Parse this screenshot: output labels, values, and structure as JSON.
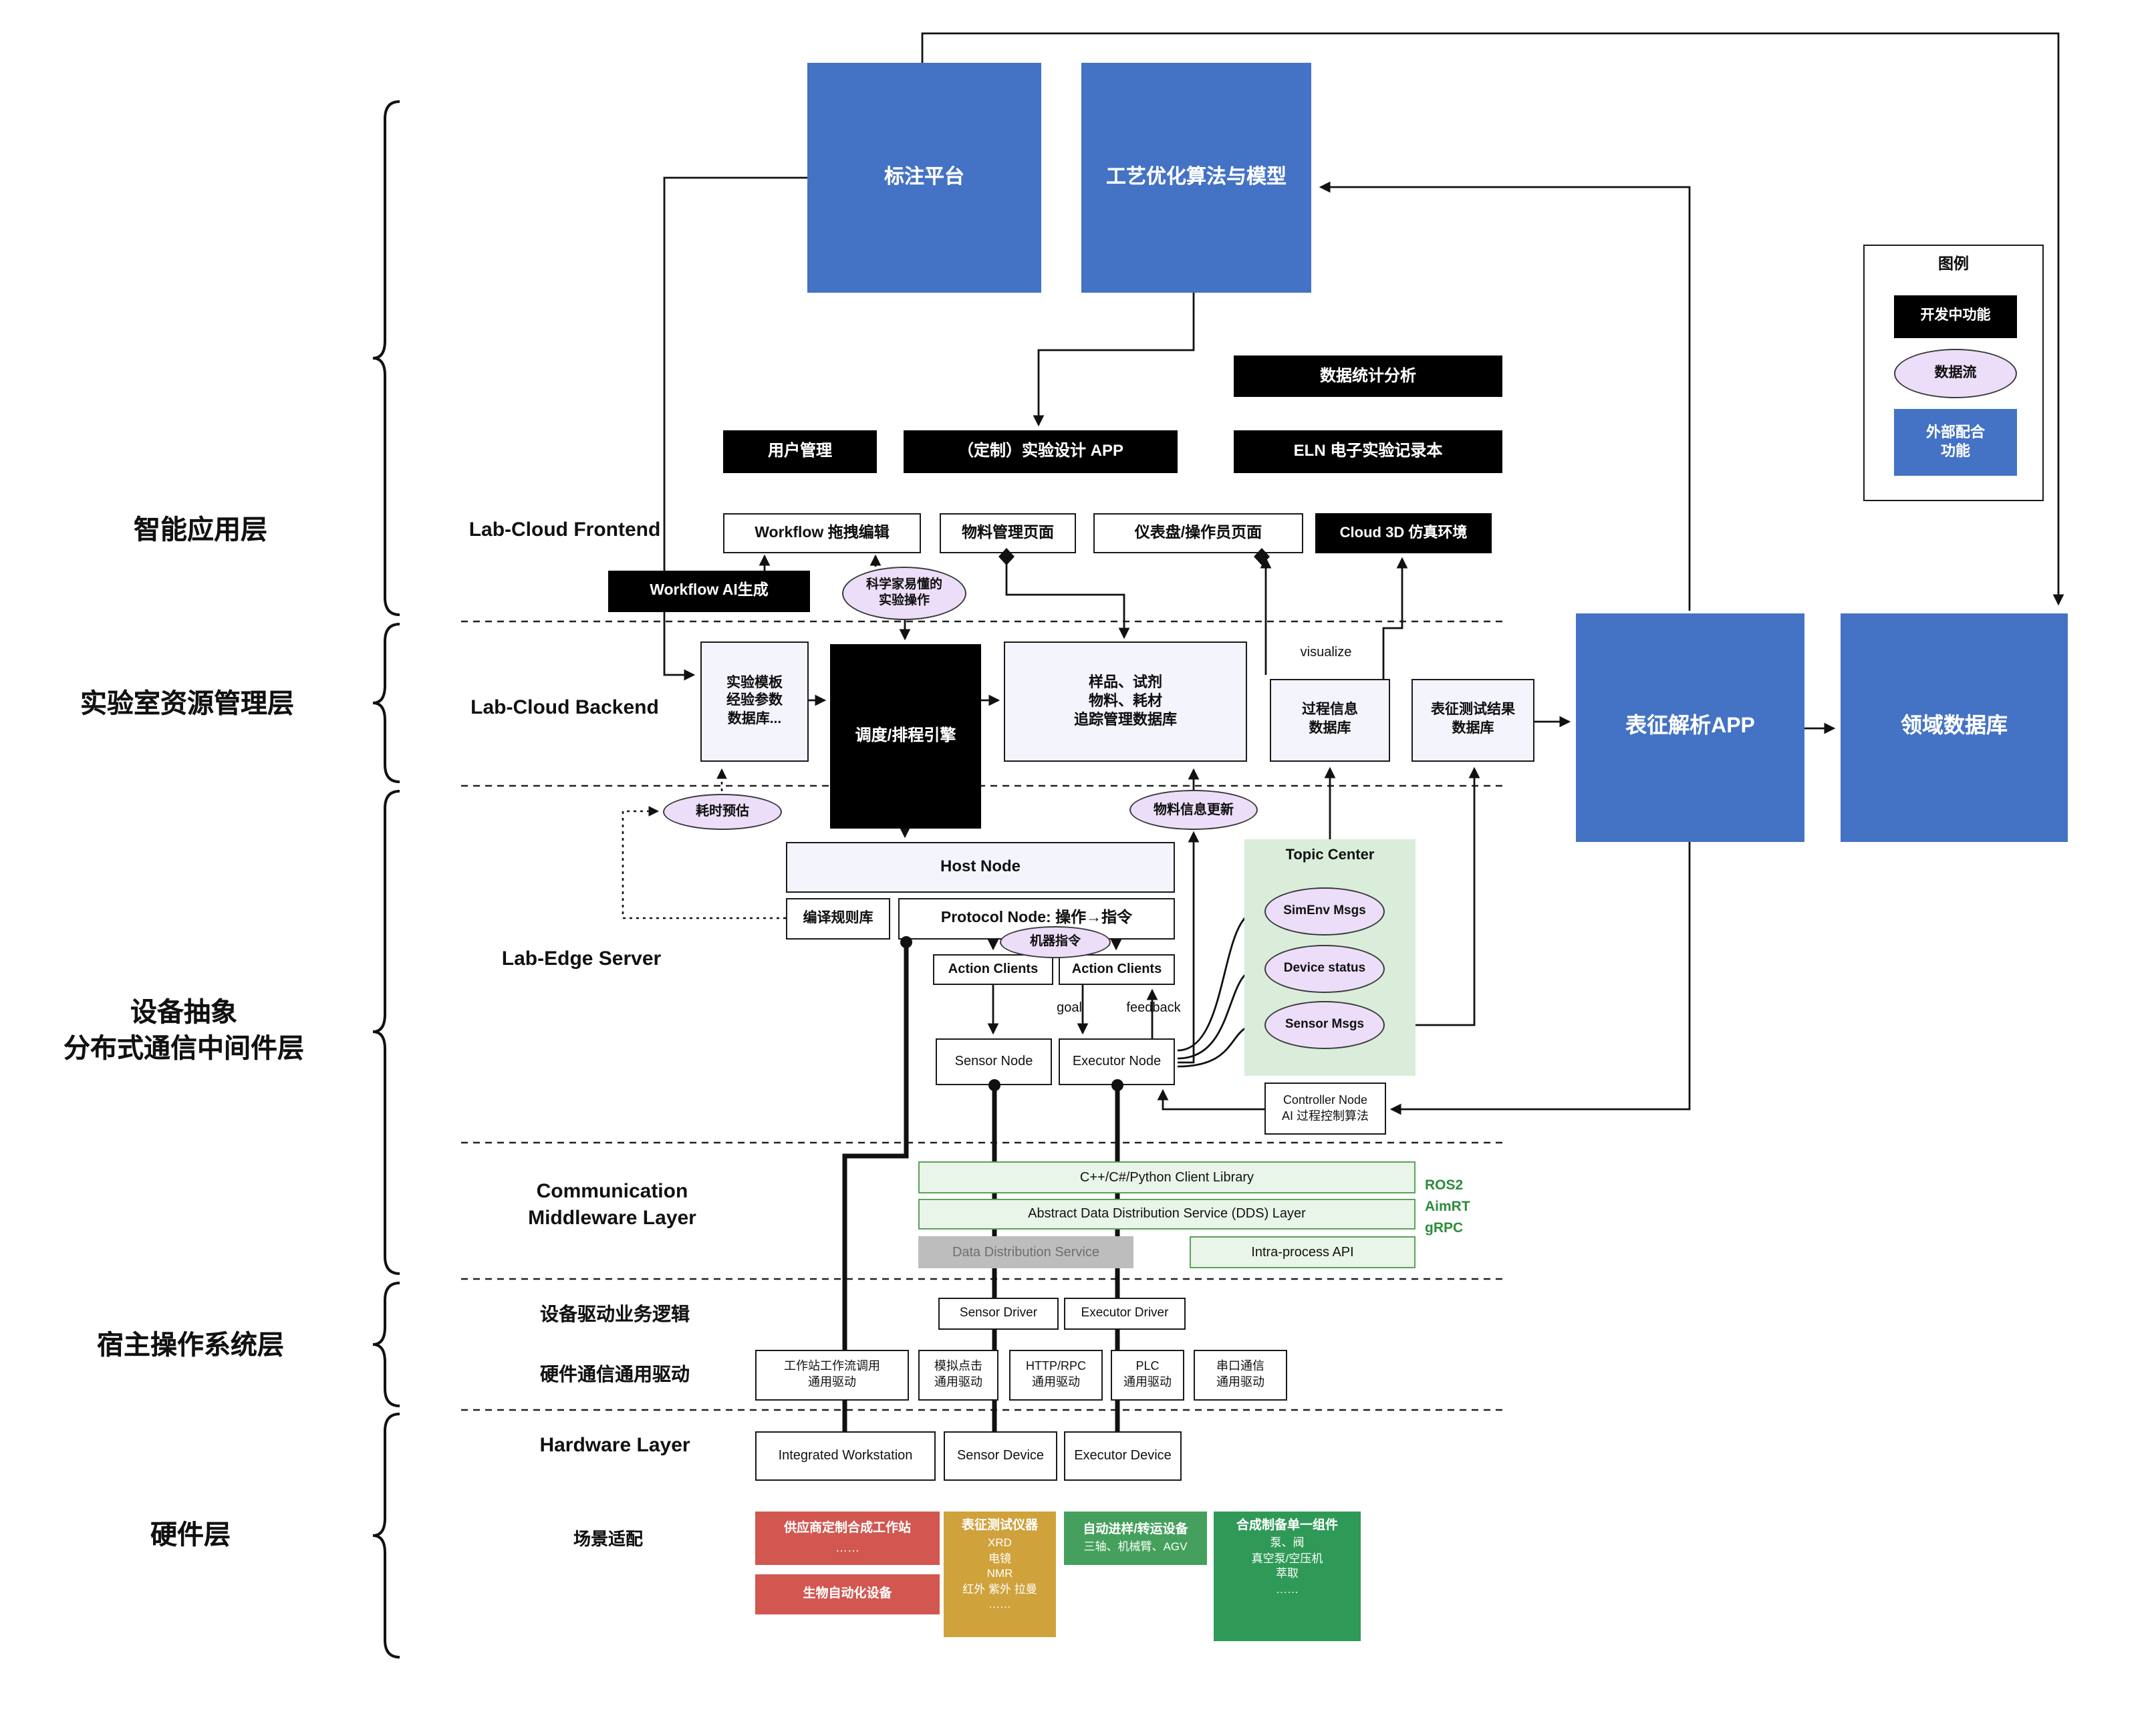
{
  "layers": {
    "app": "智能应用层",
    "resource": "实验室资源管理层",
    "device": "设备抽象\n分布式通信中间件层",
    "host_os": "宿主操作系统层",
    "hardware": "硬件层"
  },
  "sections": {
    "frontend": "Lab-Cloud Frontend",
    "backend": "Lab-Cloud Backend",
    "edge": "Lab-Edge Server",
    "middleware": "Communication\nMiddleware Layer",
    "driver_logic": "设备驱动业务逻辑",
    "hw_driver": "硬件通信通用驱动",
    "hardware": "Hardware Layer",
    "scene": "场景适配"
  },
  "legend": {
    "title": "图例",
    "dev": "开发中功能",
    "flow": "数据流",
    "external": "外部配合\n功能"
  },
  "top": {
    "annotation": "标注平台",
    "process_opt": "工艺优化算法与模型"
  },
  "app": {
    "stats": "数据统计分析",
    "user": "用户管理",
    "design_app": "（定制）实验设计 APP",
    "eln": "ELN 电子实验记录本",
    "wf_edit": "Workflow 拖拽编辑",
    "material_page": "物料管理页面",
    "dashboard": "仪表盘/操作员页面",
    "cloud3d": "Cloud 3D 仿真环境",
    "wf_ai": "Workflow AI生成",
    "sci_ops": "科学家易懂的\n实验操作"
  },
  "backend": {
    "template_db": "实验模板\n经验参数\n数据库...",
    "scheduler": "调度/排程引擎",
    "material_db": "样品、试剂\n物料、耗材\n追踪管理数据库",
    "process_db": "过程信息\n数据库",
    "char_db": "表征测试结果\n数据库",
    "char_app": "表征解析APP",
    "domain_db": "领域数据库",
    "visualize": "visualize",
    "time_est": "耗时预估",
    "material_update": "物料信息更新"
  },
  "edge": {
    "host": "Host Node",
    "rules": "编译规则库",
    "protocol": "Protocol Node: 操作→指令",
    "cmd": "机器指令",
    "ac1": "Action Clients",
    "ac2": "Action Clients",
    "goal": "goal",
    "feedback": "feedback",
    "sensor": "Sensor Node",
    "executor": "Executor Node",
    "topic": "Topic Center",
    "simenv": "SimEnv Msgs",
    "dev_status": "Device status",
    "sensor_msgs": "Sensor Msgs",
    "controller": "Controller Node\nAI 过程控制算法"
  },
  "mw": {
    "client": "C++/C#/Python Client Library",
    "dds_layer": "Abstract Data Distribution Service (DDS) Layer",
    "dds": "Data Distribution Service",
    "intra": "Intra-process API",
    "stack": "ROS2\nAimRT\ngRPC"
  },
  "drv": {
    "sensor": "Sensor Driver",
    "executor": "Executor Driver",
    "ws": "工作站工作流调用\n通用驱动",
    "click": "模拟点击\n通用驱动",
    "http": "HTTP/RPC\n通用驱动",
    "plc": "PLC\n通用驱动",
    "serial": "串口通信\n通用驱动"
  },
  "hw": {
    "workstation": "Integrated Workstation",
    "sensor": "Sensor Device",
    "executor": "Executor Device"
  },
  "scene": {
    "vendor_title": "供应商定制合成工作站",
    "vendor_sub": "……",
    "bio": "生物自动化设备",
    "char_title": "表征测试仪器",
    "char_lines": "XRD\n电镜\nNMR\n红外 紫外 拉曼\n……",
    "transfer_title": "自动进样/转运设备",
    "transfer_sub": "三轴、机械臂、AGV",
    "synth_title": "合成制备单一组件",
    "synth_lines": "泵、阀\n真空泵/空压机\n萃取\n……"
  },
  "colors": {
    "external_blue": "#4472c4",
    "dev_black": "#000000",
    "dataflow_purple": "#ecdef8",
    "topic_green": "#d9edda",
    "bar_green": "#e9f5e9",
    "vendor_red": "#d25750",
    "char_gold": "#d0a23c",
    "transfer_green": "#44a05c",
    "synth_green": "#2f9a57"
  }
}
